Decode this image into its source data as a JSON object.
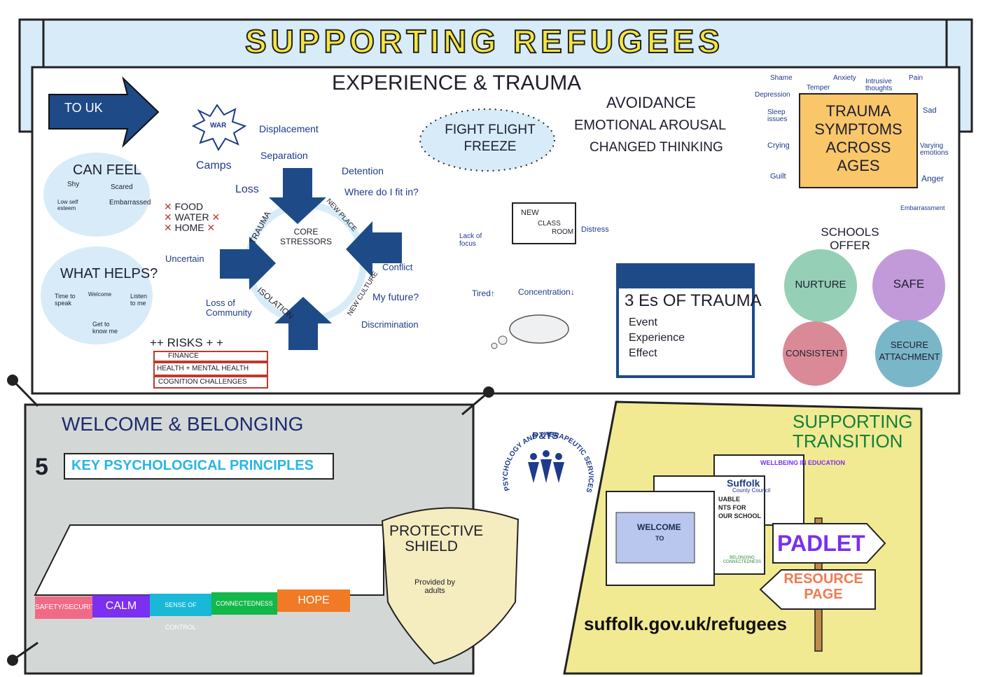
{
  "title": "SUPPORTING REFUGEES",
  "experience": {
    "heading": "EXPERIENCE & TRAUMA",
    "to_uk": "TO UK",
    "can_feel": {
      "title": "CAN FEEL",
      "words": [
        "Shy",
        "Scared",
        "Low self esteem",
        "Embarrassed"
      ]
    },
    "what_helps": {
      "title": "WHAT HELPS?",
      "words": [
        "Time to speak",
        "Welcome",
        "Listen to me",
        "Get to know me"
      ]
    },
    "war": "WAR",
    "camps": "Camps",
    "displacement": "Displacement",
    "separation": "Separation",
    "loss": "Loss",
    "detention": "Detention",
    "where_fit": "Where do I fit in?",
    "needs": [
      "FOOD",
      "WATER",
      "HOME"
    ],
    "uncertain": "Uncertain",
    "loss_of_community": "Loss of Community",
    "core_stressors": "CORE STRESSORS",
    "stressors": [
      "TRAUMA",
      "NEW PLACE",
      "NEW CULTURE",
      "ISOLATION"
    ],
    "conflict": "Conflict",
    "my_future": "My future?",
    "discrimination": "Discrimination",
    "risks": {
      "title": "++ RISKS + +",
      "items": [
        "FINANCE",
        "HEALTH + MENTAL HEALTH",
        "COGNITION CHALLENGES"
      ]
    },
    "fight_flight": "FIGHT FLIGHT FREEZE",
    "classroom": {
      "new": "NEW",
      "class": "CLASS",
      "room": "ROOM",
      "lack_focus": "Lack of focus",
      "tired": "Tired↑",
      "concentration": "Concentration↓",
      "distress": "Distress"
    },
    "responses": [
      "AVOIDANCE",
      "EMOTIONAL AROUSAL",
      "CHANGED THINKING"
    ],
    "three_es": {
      "title": "3 Es OF TRAUMA",
      "items": [
        "Event",
        "Experience",
        "Effect"
      ]
    },
    "trauma_symptoms": {
      "title": "TRAUMA SYMPTOMS ACROSS AGES",
      "words": [
        "Shame",
        "Anxiety",
        "Intrusive thoughts",
        "Pain",
        "Temper",
        "Depression",
        "Sad",
        "Sleep issues",
        "Varying emotions",
        "Crying",
        "Guilt",
        "Anger",
        "Embarrassment"
      ]
    },
    "schools_offer": {
      "title": "SCHOOLS OFFER",
      "circles": [
        "NURTURE",
        "SAFE",
        "CONSISTENT",
        "SECURE ATTACHMENT"
      ]
    }
  },
  "welcome": {
    "heading": "WELCOME & BELONGING",
    "number": "5",
    "principles_title": "KEY PSYCHOLOGICAL PRINCIPLES",
    "principles": [
      "SAFETY/SECURITY",
      "CALM",
      "SENSE OF CONTROL",
      "CONNECTEDNESS",
      "HOPE"
    ],
    "principle_colors": [
      "#f06a86",
      "#7b2ff0",
      "#19b8d6",
      "#12b84a",
      "#f07a26"
    ],
    "shield": {
      "title": "PROTECTIVE SHIELD",
      "text": "Provided by adults"
    }
  },
  "logo": {
    "arc_text": "PSYCHOLOGY AND THERAPEUTIC SERVICES",
    "abbr": "P&TS"
  },
  "transition": {
    "heading": "SUPPORTING TRANSITION",
    "doc_welcome": "WELCOME",
    "doc_to": "TO",
    "suffolk": "Suffolk",
    "county_council": "County Council",
    "doc_lines": [
      "UABLE",
      "NTS FOR",
      "OUR SCHOOL"
    ],
    "belonging": "BELONGING CONNECTEDNESS",
    "wellbeing": "WELLBEING IN EDUCATION",
    "padlet": "PADLET",
    "resource_page": "RESOURCE PAGE",
    "url": "suffolk.gov.uk/refugees"
  },
  "colors": {
    "navy": "#1e4b87",
    "yellow": "#f4e542",
    "light_blue": "#d7ecf8",
    "orange_box": "#f9c66a",
    "grey_panel": "#d3d8d6",
    "yellow_panel": "#f1ea93"
  }
}
